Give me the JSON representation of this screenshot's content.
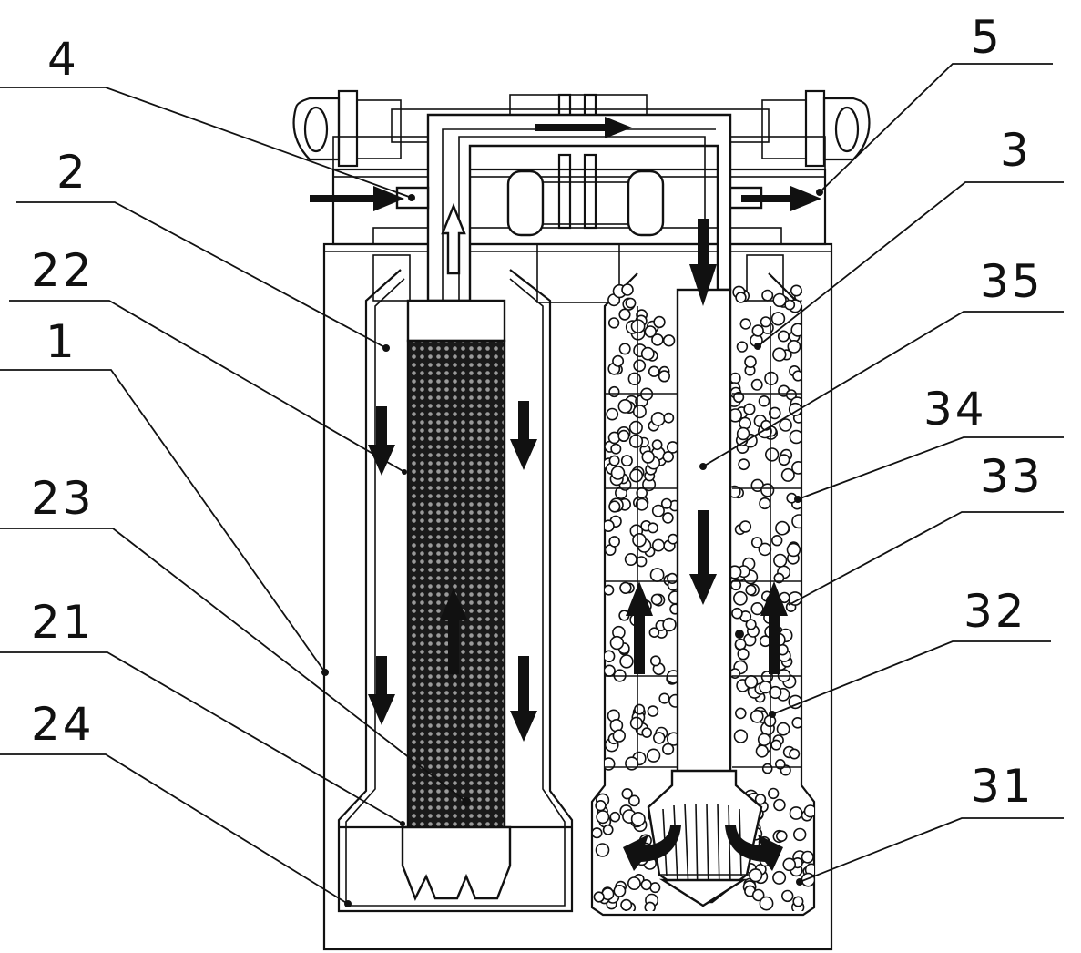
{
  "labels": {
    "l4": "4",
    "l5": "5",
    "l2": "2",
    "l3": "3",
    "l22": "22",
    "l35": "35",
    "l1": "1",
    "l34": "34",
    "l33": "33",
    "l23": "23",
    "l21": "21",
    "l32": "32",
    "l24": "24",
    "l31": "31"
  }
}
